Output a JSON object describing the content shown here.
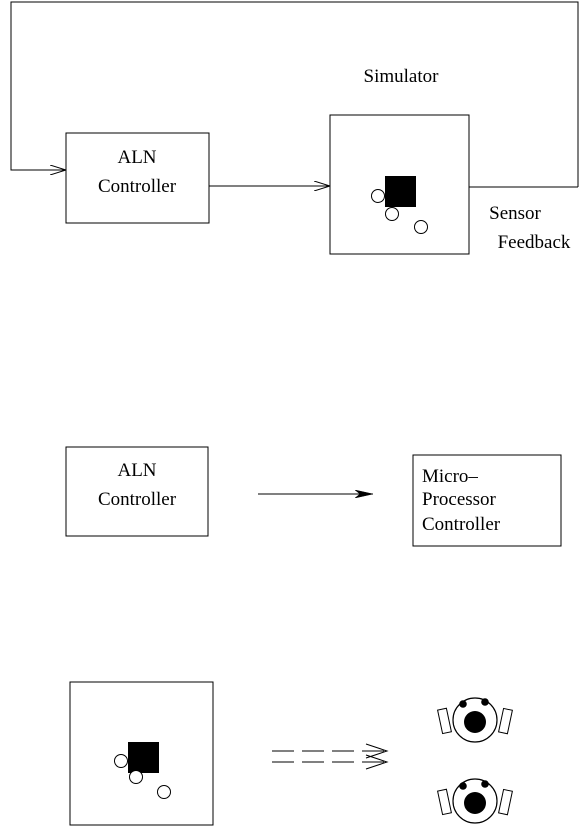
{
  "simulator": {
    "title": "Simulator",
    "sensor_label_line1": "Sensor",
    "sensor_label_line2": "Feedback"
  },
  "aln_controller_top": {
    "line1": "ALN",
    "line2": "Controller"
  },
  "aln_controller_mid": {
    "line1": "ALN",
    "line2": "Controller"
  },
  "microprocessor_controller": {
    "line1": "Micro–",
    "line2": "Processor",
    "line3": "Controller"
  },
  "colors": {
    "stroke": "#000000",
    "background": "#ffffff"
  }
}
